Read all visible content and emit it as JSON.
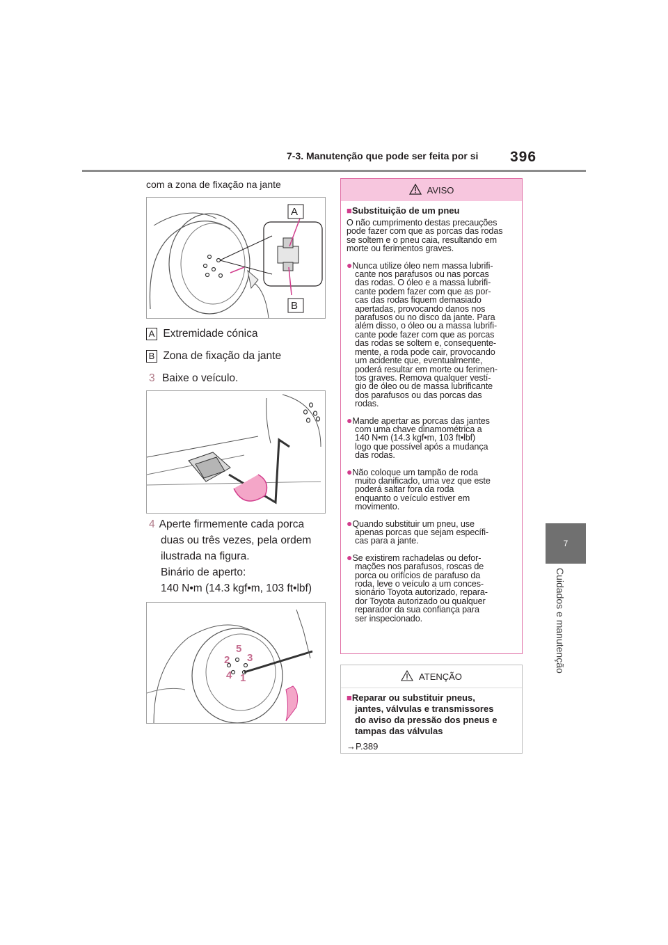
{
  "header": {
    "section": "7-3. Manutenção que pode ser feita por si",
    "page": "396"
  },
  "side_tab": {
    "chapter": "7",
    "label": "Cuidados e manutenção"
  },
  "left": {
    "intro": "com a zona de fixação na jante",
    "fig1": {
      "label_a": "A",
      "label_b": "B"
    },
    "legend": [
      {
        "key": "A",
        "text": "Extremidade cónica"
      },
      {
        "key": "B",
        "text": "Zona de fixação da jante"
      }
    ],
    "step3": {
      "num": "3",
      "text": "Baixe o veículo."
    },
    "step4": {
      "num": "4",
      "lines": [
        "Aperte firmemente cada porca",
        "duas ou três vezes, pela ordem",
        "ilustrada na figura.",
        "Binário de aperto:",
        "140 N•m (14.3 kgf•m, 103 ft•lbf)"
      ]
    },
    "fig3": {
      "order": [
        "1",
        "2",
        "3",
        "4",
        "5"
      ]
    }
  },
  "aviso": {
    "title": "AVISO",
    "heading": "Substituição de um pneu",
    "intro": [
      "O não cumprimento destas precauções",
      "pode fazer com que as porcas das rodas",
      "se soltem e o pneu caia, resultando em",
      "morte ou ferimentos graves."
    ],
    "bullets": [
      [
        "Nunca utilize óleo nem massa lubrifi-",
        "cante nos parafusos ou nas porcas",
        "das rodas. O óleo e a massa lubrifi-",
        "cante podem fazer com que as por-",
        "cas das rodas fiquem demasiado",
        "apertadas, provocando danos nos",
        "parafusos ou no disco da jante. Para",
        "além disso, o óleo ou a massa lubrifi-",
        "cante pode fazer com que as porcas",
        "das rodas se soltem e, consequente-",
        "mente, a roda pode cair, provocando",
        "um acidente que, eventualmente,",
        "poderá resultar em morte ou ferimen-",
        "tos graves. Remova qualquer vestí-",
        "gio de óleo ou de massa lubrificante",
        "dos parafusos ou das porcas das",
        "rodas."
      ],
      [
        "Mande apertar as porcas das jantes",
        "com uma chave dinamométrica a",
        "140 N•m (14.3 kgf•m, 103 ft•lbf)",
        "logo que possível após a mudança",
        "das rodas."
      ],
      [
        "Não coloque um tampão de roda",
        "muito danificado, uma vez que este",
        "poderá saltar fora da roda",
        "enquanto o veículo estiver em",
        "movimento."
      ],
      [
        "Quando substituir um pneu, use",
        "apenas porcas que sejam específi-",
        "cas para a jante."
      ],
      [
        "Se existirem rachadelas ou defor-",
        "mações nos parafusos, roscas de",
        "porca ou orifícios de parafuso da",
        "roda, leve o veículo a um conces-",
        "sionário Toyota autorizado, repara-",
        "dor Toyota autorizado ou qualquer",
        "reparador da sua confiança para",
        "ser inspecionado."
      ]
    ]
  },
  "atencao": {
    "title": "ATENÇÃO",
    "heading": [
      "Reparar ou substituir pneus,",
      "jantes, válvulas e transmissores",
      "do aviso da pressão dos pneus e",
      "tampas das válvulas"
    ],
    "ref": "→P.389"
  },
  "colors": {
    "accent_pink": "#d13c8c",
    "aviso_bg": "#f7c6de",
    "header_rule": "#8c8c8c",
    "side_tab": "#707070"
  }
}
